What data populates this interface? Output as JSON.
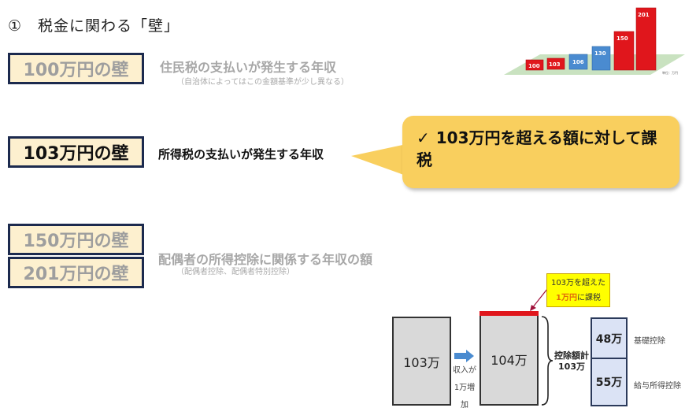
{
  "title": "①　税金に関わる「壁」",
  "walls": [
    {
      "label": "100万円の壁",
      "description": "住民税の支払いが発生する年収",
      "note": "（自治体によってはこの金額基準が少し異なる）",
      "state": "dim"
    },
    {
      "label": "103万円の壁",
      "description": "所得税の支払いが発生する年収",
      "note": "",
      "state": "active"
    },
    {
      "label": "150万円の壁",
      "description": "配偶者の所得控除に関係する年収の額",
      "note": "（配偶者控除、配偶者特別控除）",
      "state": "dim"
    },
    {
      "label": "201万円の壁",
      "description": "",
      "note": "",
      "state": "dim"
    }
  ],
  "callout": {
    "check_icon": "✓",
    "text": "103万円を超える額に対して課税"
  },
  "colors": {
    "wall_fill": "#fdf0cf",
    "wall_border": "#1c2a4e",
    "callout": "#f9cf5e",
    "bar_red": "#e0161c",
    "bar_blue": "#4a8bd0",
    "floor": "#c9e2c0"
  },
  "chart_data": {
    "type": "bar",
    "title": "",
    "categories": [
      "100",
      "103",
      "106",
      "130",
      "150",
      "201"
    ],
    "values": [
      100,
      103,
      106,
      130,
      150,
      201
    ],
    "bar_colors": [
      "red",
      "red",
      "blue",
      "blue",
      "red",
      "red"
    ],
    "unit_label": "単位：万円",
    "xlabel": "",
    "ylabel": "",
    "style": "3d"
  },
  "diagram": {
    "before_box": "103万",
    "arrow_label_line1": "収入が",
    "arrow_label_line2": "1万増加",
    "after_box": "104万",
    "note_line1": "103万を超えた",
    "note_highlight": "1万円",
    "note_line2_rest": "に課税",
    "brace_label_line1": "控除額計",
    "brace_label_line2": "103万",
    "deductions": [
      {
        "amount": "48万",
        "label": "基礎控除"
      },
      {
        "amount": "55万",
        "label": "給与所得控除"
      }
    ]
  }
}
